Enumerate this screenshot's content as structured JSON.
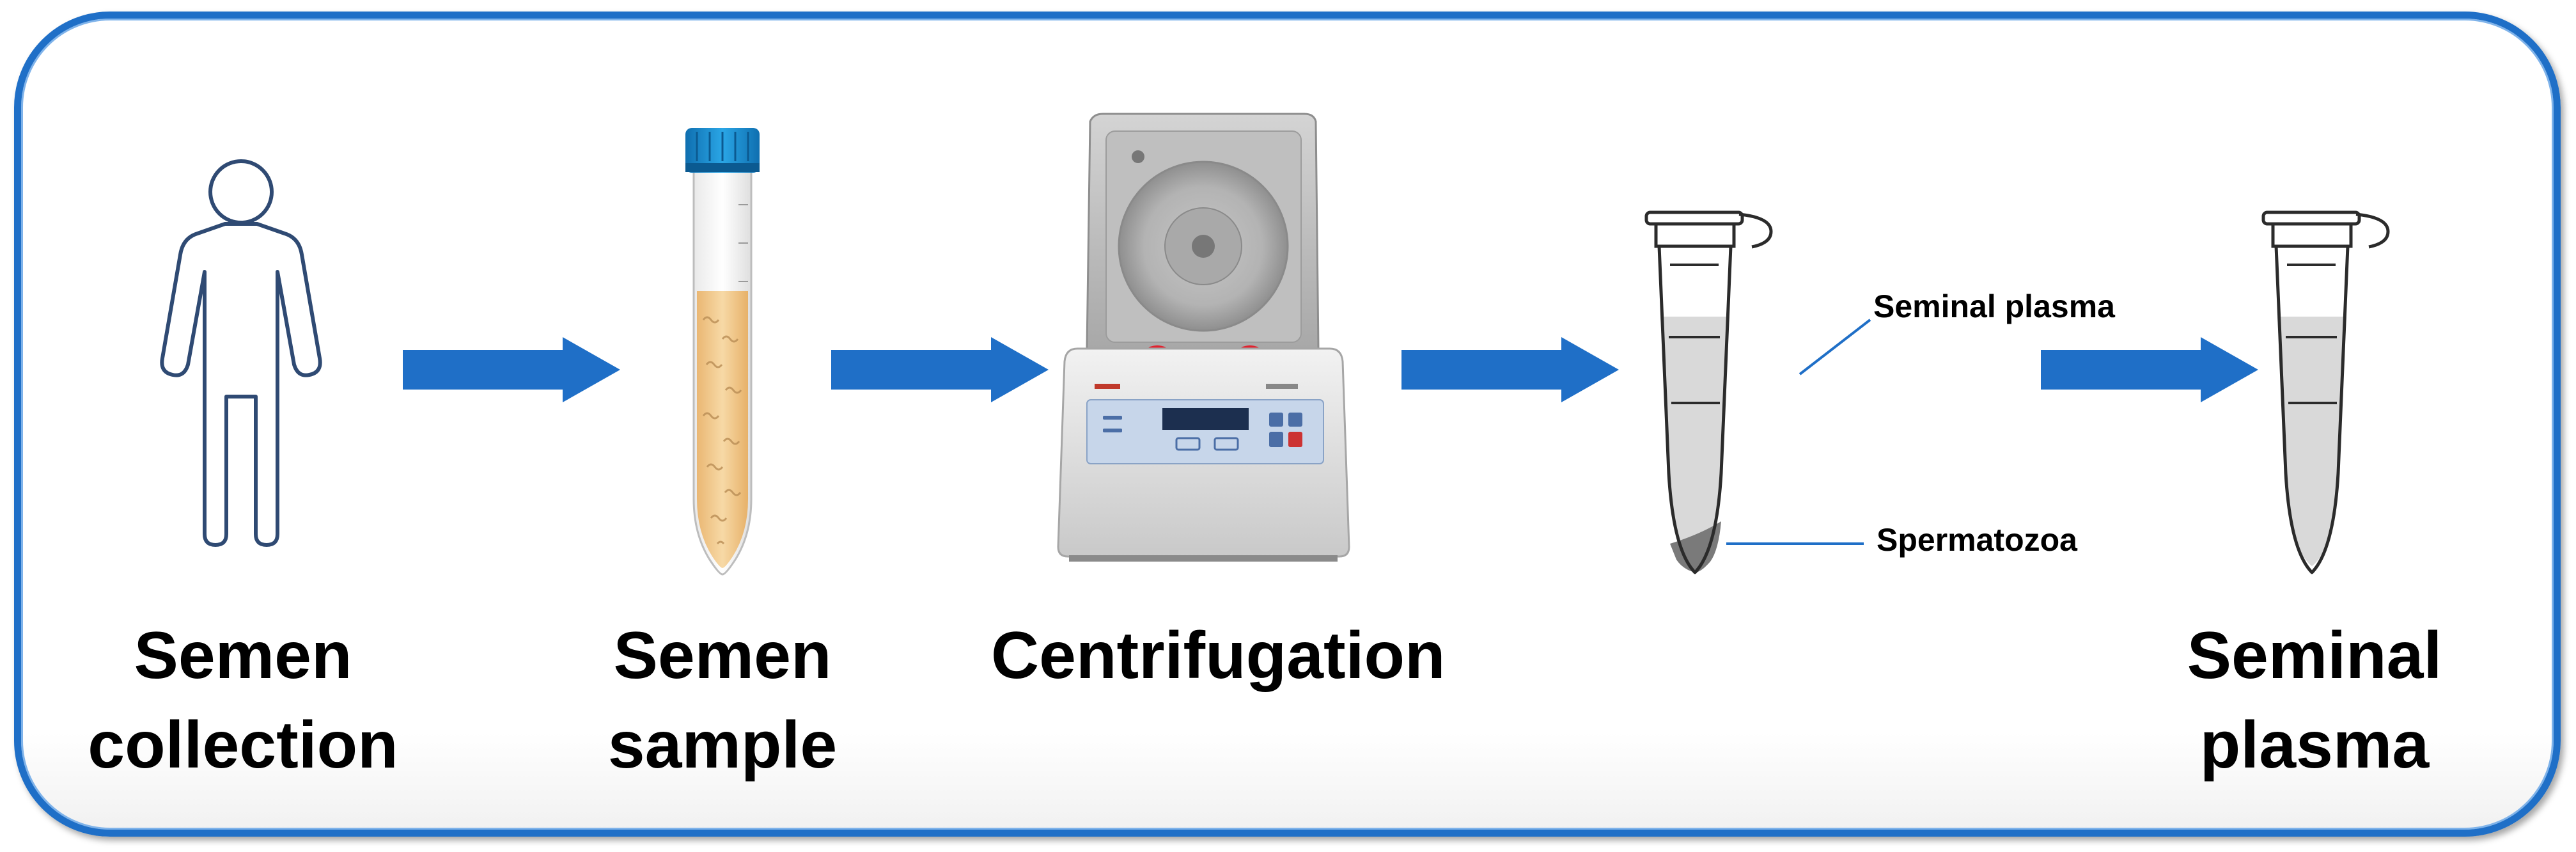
{
  "steps": [
    {
      "id": "semen-collection",
      "label": "Semen\ncollection",
      "icon": "person-outline-icon"
    },
    {
      "id": "semen-sample",
      "label": "Semen\nsample",
      "icon": "conical-tube-icon"
    },
    {
      "id": "centrifugation",
      "label": "Centrifugation",
      "icon": "centrifuge-icon"
    },
    {
      "id": "separated-tube",
      "label": "",
      "icon": "microtube-separated-icon"
    },
    {
      "id": "seminal-plasma",
      "label": "Seminal\nplasma",
      "icon": "microtube-plasma-icon"
    }
  ],
  "callouts": {
    "seminal_plasma": "Seminal plasma",
    "spermatozoa": "Spermatozoa"
  },
  "colors": {
    "frame_border": "#1f6fc7",
    "arrow": "#1f6fc7",
    "person_outline": "#2f4a73",
    "tube_cap": "#1c8ccf",
    "semen_fill": "#f3c988",
    "plasma_fill": "#d9d9d9",
    "pellet_fill": "#7a7a7a"
  }
}
